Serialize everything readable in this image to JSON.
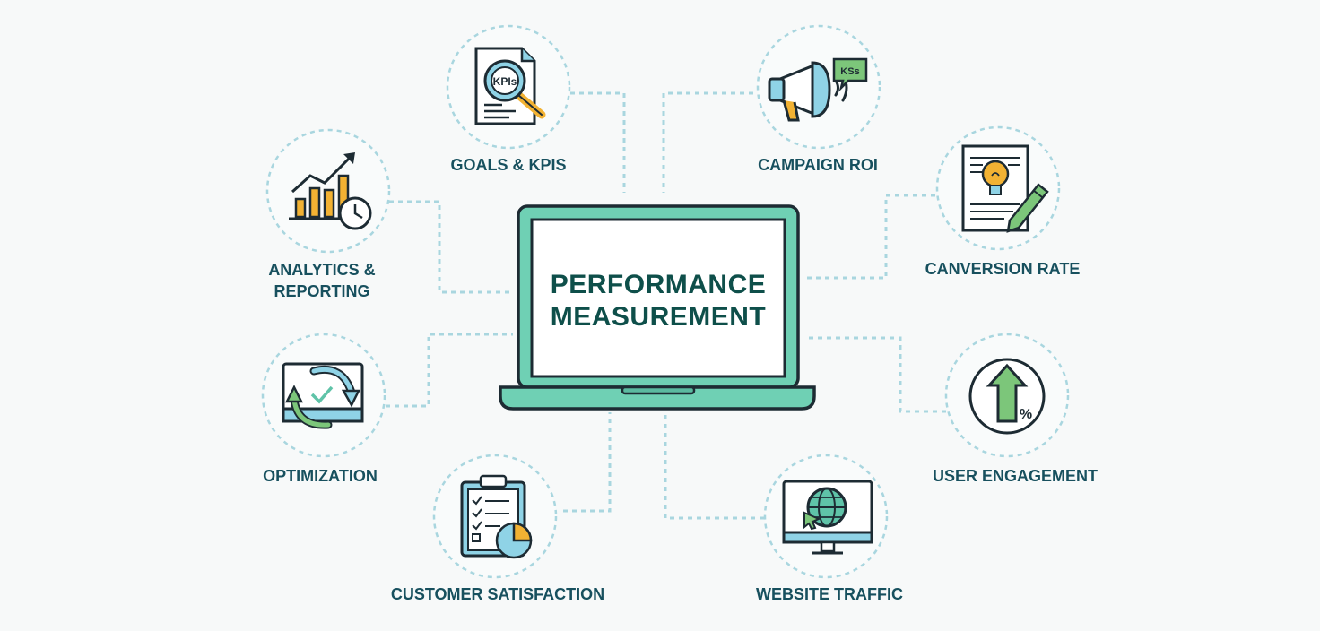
{
  "center": {
    "title_line1": "PERFORMANCE",
    "title_line2": "MEASUREMENT"
  },
  "nodes": {
    "goals": {
      "label": "GOALS & KPIS",
      "icon": "kpi-document-magnifier-icon",
      "icon_text": "KPIs"
    },
    "campaign": {
      "label": "CAMPAIGN ROI",
      "icon": "megaphone-icon",
      "icon_text": "KSs"
    },
    "analytics": {
      "label_line1": "ANALYTICS &",
      "label_line2": "REPORTING",
      "icon": "bar-chart-clock-icon"
    },
    "conversion": {
      "label": "CANVERSION RATE",
      "icon": "document-lightbulb-pencil-icon"
    },
    "optimization": {
      "label": "OPTIMIZATION",
      "icon": "monitor-refresh-check-icon"
    },
    "engagement": {
      "label": "USER ENGAGEMENT",
      "icon": "up-arrow-percent-icon"
    },
    "satisfaction": {
      "label": "CUSTOMER SATISFACTION",
      "icon": "clipboard-pie-chart-icon"
    },
    "traffic": {
      "label": "WEBSITE TRAFFIC",
      "icon": "monitor-globe-icon"
    }
  },
  "colors": {
    "teal": "#5fc3a8",
    "dark": "#1d2b33",
    "label": "#17505e",
    "dashed": "#a9d6df",
    "orange": "#f2b233",
    "light_blue": "#8fd3e6",
    "green": "#7cc67a"
  }
}
